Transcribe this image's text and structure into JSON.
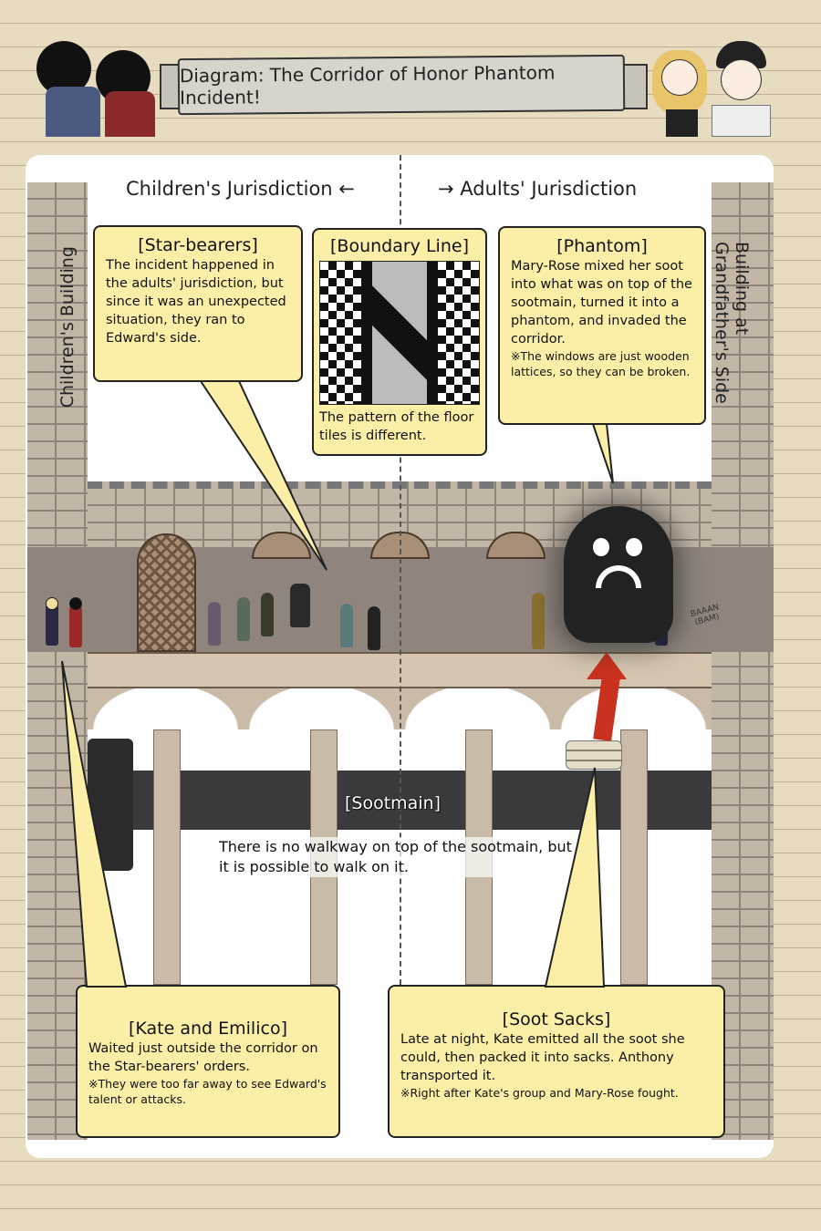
{
  "title": "Diagram: The Corridor of Honor Phantom Incident!",
  "header": {
    "left_jurisdiction": "Children's Jurisdiction ←",
    "right_jurisdiction": "→ Adults' Jurisdiction"
  },
  "side_labels": {
    "left": "Children's Building",
    "right": "Building at Grandfather's Side"
  },
  "callouts": {
    "star_bearers": {
      "title": "[Star-bearers]",
      "body": "The incident happened in the adults' jurisdiction, but since it was an unexpected situation, they ran to Edward's side."
    },
    "boundary": {
      "title": "[Boundary Line]",
      "body": "The pattern of the floor tiles is different."
    },
    "phantom": {
      "title": "[Phantom]",
      "body": "Mary-Rose mixed her soot into what was on top of the sootmain, turned it into a phantom, and invaded the corridor.",
      "note": "※The windows are just wooden lattices, so they can be broken."
    },
    "kate_emilico": {
      "title": "[Kate and Emilico]",
      "body": "Waited just outside the corridor on the Star-bearers' orders.",
      "note": "※They were too far away to see Edward's talent or attacks."
    },
    "soot_sacks": {
      "title": "[Soot Sacks]",
      "body": "Late at night, Kate emitted all the soot she could, then packed it into sacks. Anthony transported it.",
      "note": "※Right after Kate's group and Mary-Rose fought."
    }
  },
  "sootmain": {
    "label": "[Sootmain]",
    "caption": "There is no walkway on top of the sootmain, but it is possible to walk on it."
  },
  "sfx": {
    "sound": "BAAAN",
    "translation": "(BAM)"
  },
  "colors": {
    "callout": "#fbeea6",
    "arrow": "#c8321e",
    "sootmain": "#3a3a3c"
  }
}
